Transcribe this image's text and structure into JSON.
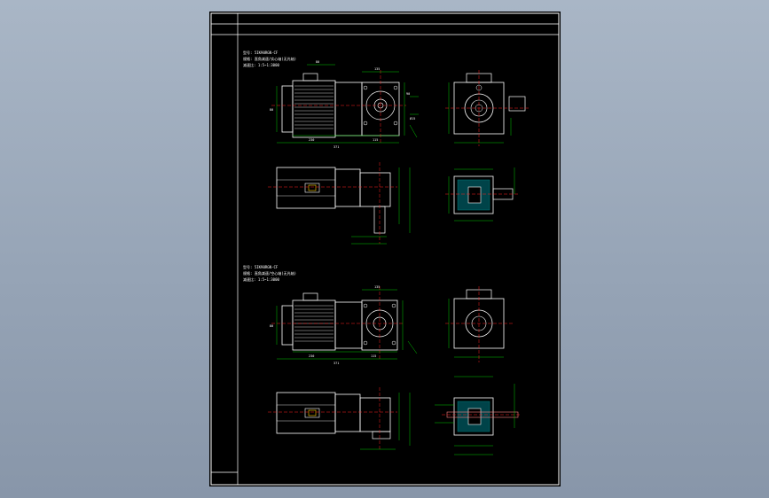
{
  "drawing": {
    "background": "#000000",
    "frame_color": "#ffffff",
    "outline_color": "#ffffff",
    "dimension_color": "#00e000",
    "centerline_color": "#ff2020",
    "hatch_color": "#00c0c0",
    "accent_color": "#ffd000",
    "view_top": {
      "title_model": "型号: 5IK90RGN-CF",
      "title_desc": "规格: 直角减速/实心轴(无光轴)",
      "title_ratio": "减速比: 1:5~1:3000",
      "dims": {
        "d1": "135",
        "d2": "80",
        "d3": "80",
        "d4": "90",
        "overall_length": "371",
        "motor_length": "230",
        "gear_length": "115",
        "shaft_dia": "Ø15"
      }
    },
    "view_bottom": {
      "title_model": "型号: 5IK90RGN-CF",
      "title_desc": "规格: 直角减速/空心轴(无光轴)",
      "title_ratio": "减速比: 1:5~1:3000",
      "dims": {
        "d1": "135",
        "d2": "80",
        "overall_length": "371",
        "motor_length": "230",
        "gear_length": "115"
      }
    }
  }
}
